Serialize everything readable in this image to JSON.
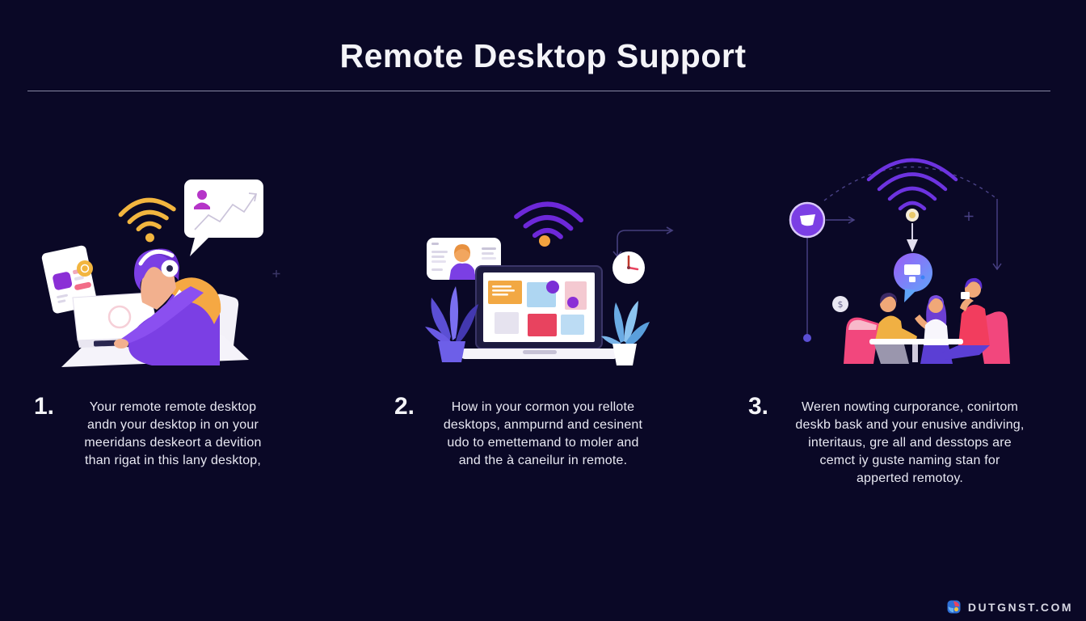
{
  "header": {
    "title": "Remote Desktop Support"
  },
  "steps": [
    {
      "number": "1.",
      "text": "Your remote remote desktop\nandn your desktop in on your\nmeeridans deskeort a devition\nthan rigat in this lany desktop,"
    },
    {
      "number": "2.",
      "text": "How in your cormon you rellote\ndesktops, anmpurnd and cesinent\nudo to emettemand to moler and\nand the à caneilur in remote."
    },
    {
      "number": "3.",
      "text": "Weren nowting curporance, conirtom\ndeskb bask and your enusive andiving,\ninteritaus, gre all and desstops are\ncemct iy guste naming stan for\napperted remotoy."
    }
  ],
  "watermark": {
    "text": "DUTGNST.COM"
  },
  "badges": {
    "dollar": "$"
  },
  "palette": {
    "background": "#0a0826",
    "title_text": "#f4f4f8",
    "body_text": "#e8e8f2",
    "divider": "#9d9dbb",
    "accent_purple": "#7b3fe4",
    "wifi_yellow": "#f2b53f",
    "wifi_purple": "#6d28d9",
    "accent_orange": "#f5a843",
    "accent_pink": "#f2477d",
    "accent_red": "#e8435f",
    "accent_blue": "#aed6f2",
    "bubble_gradient_start": "#9b5cf6",
    "bubble_gradient_end": "#60a5fa",
    "white": "#ffffff"
  },
  "illustrations": [
    {
      "name": "support-agent-at-laptop"
    },
    {
      "name": "remote-desktop-laptop"
    },
    {
      "name": "team-remote-meeting"
    }
  ]
}
